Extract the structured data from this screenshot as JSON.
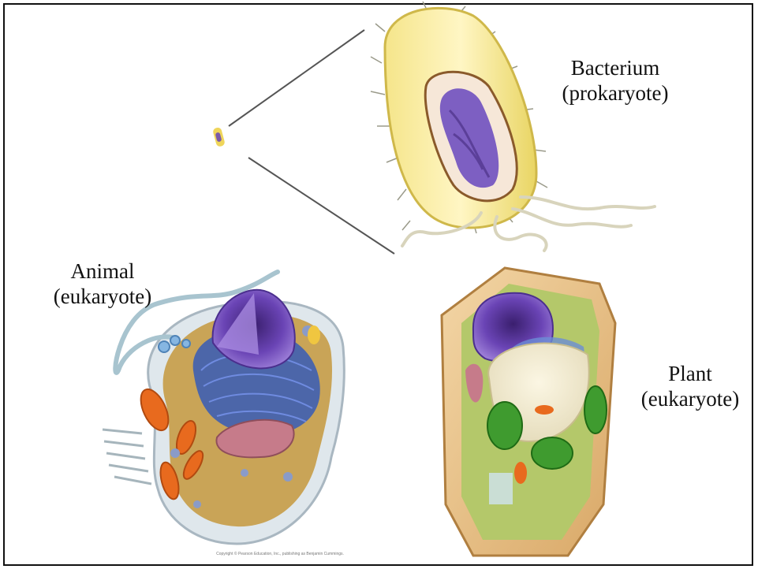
{
  "labels": {
    "bacterium": {
      "name": "Bacterium",
      "type": "(prokaryote)"
    },
    "animal": {
      "name": "Animal",
      "type": "(eukaryote)"
    },
    "plant": {
      "name": "Plant",
      "type": "(eukaryote)"
    }
  },
  "credit": "Copyright © Pearson Education, Inc., publishing as Benjamin Cummings."
}
